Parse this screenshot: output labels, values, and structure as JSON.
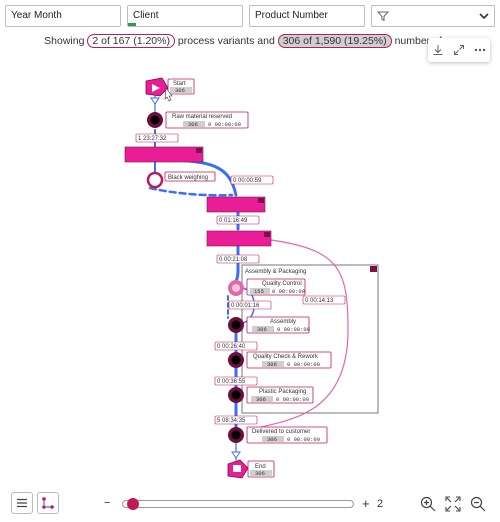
{
  "filters": {
    "year_month": "Year Month",
    "client": "Client",
    "product_number": "Product Number",
    "filter_dropdown_icon": "filter-icon"
  },
  "summary": {
    "prefix": "Showing",
    "variants": "2 of 167 (1.20%)",
    "middle": "process variants and",
    "cases": "306 of 1,590 (19.25%)",
    "suffix": "number of ca"
  },
  "colors": {
    "accent": "#c2185b",
    "activity_fill": "#e91e96",
    "edge_blue": "#3b6ef5",
    "node_dark": "#6a0f3f",
    "group_border": "#777777"
  },
  "process": {
    "start": {
      "label": "Start",
      "count": "306"
    },
    "end": {
      "label": "End",
      "count": "306"
    },
    "group_label": "Assembly & Packaging",
    "activities": [
      {
        "name": "Raw material reserved",
        "count": "306",
        "duration": "0 00:00:00"
      },
      {
        "name": "Black weighing"
      },
      {
        "name": "Quality Control",
        "count": "155",
        "duration": "0 00:00:00"
      },
      {
        "name": "Assembly",
        "count": "306",
        "duration": "0 00:00:00"
      },
      {
        "name": "Quality Check & Rework",
        "count": "306",
        "duration": "0 00:00:00"
      },
      {
        "name": "Plastic Packaging",
        "count": "306",
        "duration": "0 00:00:00"
      },
      {
        "name": "Delivered to customer",
        "count": "306",
        "duration": "0 00:00:00"
      }
    ],
    "edge_durations": [
      "1 23:27:32",
      "0 00:00:59",
      "0 01:16:49",
      "0 00:21:08",
      "0 00:14:13",
      "0 00:01:16",
      "0 00:26:40",
      "0 00:36:55",
      "5 08:34:35"
    ]
  },
  "zoom": {
    "minus": "−",
    "plus": "+",
    "value": "2",
    "slider_fraction": 0.03
  }
}
